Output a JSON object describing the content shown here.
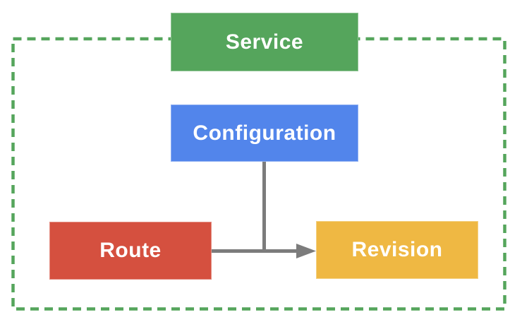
{
  "diagram": {
    "nodes": {
      "service": {
        "label": "Service",
        "color": "#55A55C"
      },
      "configuration": {
        "label": "Configuration",
        "color": "#5285EB"
      },
      "route": {
        "label": "Route",
        "color": "#D5503F"
      },
      "revision": {
        "label": "Revision",
        "color": "#EFB843"
      }
    },
    "boundary": {
      "color": "#55A55C",
      "style": "dashed"
    },
    "connectors": {
      "color": "#7C7C7C",
      "edges": [
        {
          "from": "configuration",
          "to": "revision"
        },
        {
          "from": "route",
          "to": "revision",
          "arrowhead": true
        }
      ]
    }
  }
}
